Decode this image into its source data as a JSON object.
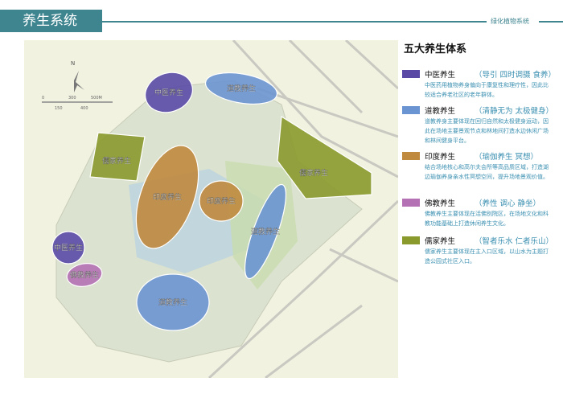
{
  "header": {
    "title": "养生系统",
    "subtitle": "绿化植物系统"
  },
  "legend": {
    "title": "五大养生体系",
    "items": [
      {
        "name": "中医养生",
        "tag": "（导引 四时调摄 食养）",
        "desc": "中医药用植物养身偏向于康复性和理疗性，因此比较适合养老社区的老年群体。",
        "color": "#5a4aa6"
      },
      {
        "name": "道教养生",
        "tag": "（清静无为 太极健身）",
        "desc": "道教养身主要体现在回归自然和太极健身运动，因此在场地主要景观节点和林地间打造水边休闲广场和林间健身平台。",
        "color": "#6b95d2"
      },
      {
        "name": "印度养生",
        "tag": "（瑜伽养生 冥想）",
        "desc": "结合场地核心和高尔夫会所等高品质区域，打造湖边瑜伽养身亲水性冥想空间，提升场地景观价值。",
        "color": "#c08a3e"
      },
      {
        "name": "佛教养生",
        "tag": "（养性 调心 静坐）",
        "desc": "佛教养生主要体现在活佛别院区，在场地文化和科教功能基础上打造休闲养生文化。",
        "color": "#b472b4"
      },
      {
        "name": "儒家养生",
        "tag": "（智者乐水 仁者乐山）",
        "desc": "儒家养生主要体现在主入口区域，以山水为主题打造公园式社区入口。",
        "color": "#8a9a2c"
      }
    ]
  },
  "map": {
    "north": "N",
    "scale_top": [
      "0",
      "300",
      "500M"
    ],
    "scale_bottom": [
      "150",
      "400"
    ],
    "zones": [
      {
        "label": "中医养生",
        "type": 0
      },
      {
        "label": "道教养生",
        "type": 1
      },
      {
        "label": "儒家养生",
        "type": 4
      },
      {
        "label": "儒家养生",
        "type": 4
      },
      {
        "label": "印度养生",
        "type": 2
      },
      {
        "label": "印度养生",
        "type": 2
      },
      {
        "label": "道教养生",
        "type": 1
      },
      {
        "label": "中医养生",
        "type": 0
      },
      {
        "label": "佛教养生",
        "type": 3
      },
      {
        "label": "道教养生",
        "type": 1
      }
    ]
  }
}
